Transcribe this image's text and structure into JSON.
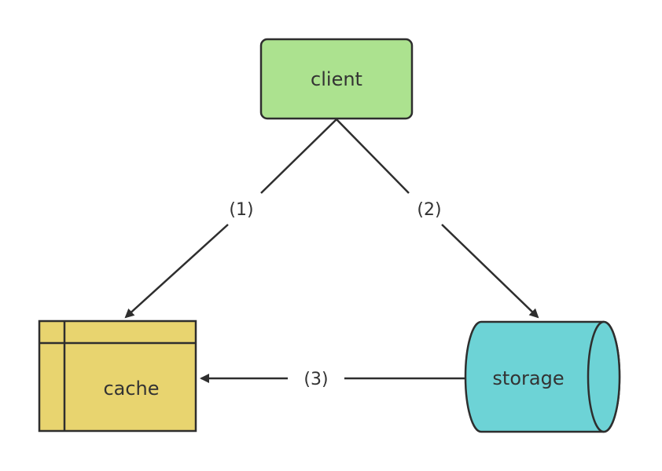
{
  "nodes": {
    "client": {
      "label": "client",
      "fill": "#ace28f"
    },
    "cache": {
      "label": "cache",
      "fill": "#e8d46f"
    },
    "storage": {
      "label": "storage",
      "fill": "#6dd3d6"
    }
  },
  "edges": [
    {
      "label": "(1)",
      "from": "client",
      "to": "cache"
    },
    {
      "label": "(2)",
      "from": "client",
      "to": "storage"
    },
    {
      "label": "(3)",
      "from": "storage",
      "to": "cache"
    }
  ],
  "colors": {
    "stroke": "#2e2e2e",
    "text": "#333333"
  }
}
